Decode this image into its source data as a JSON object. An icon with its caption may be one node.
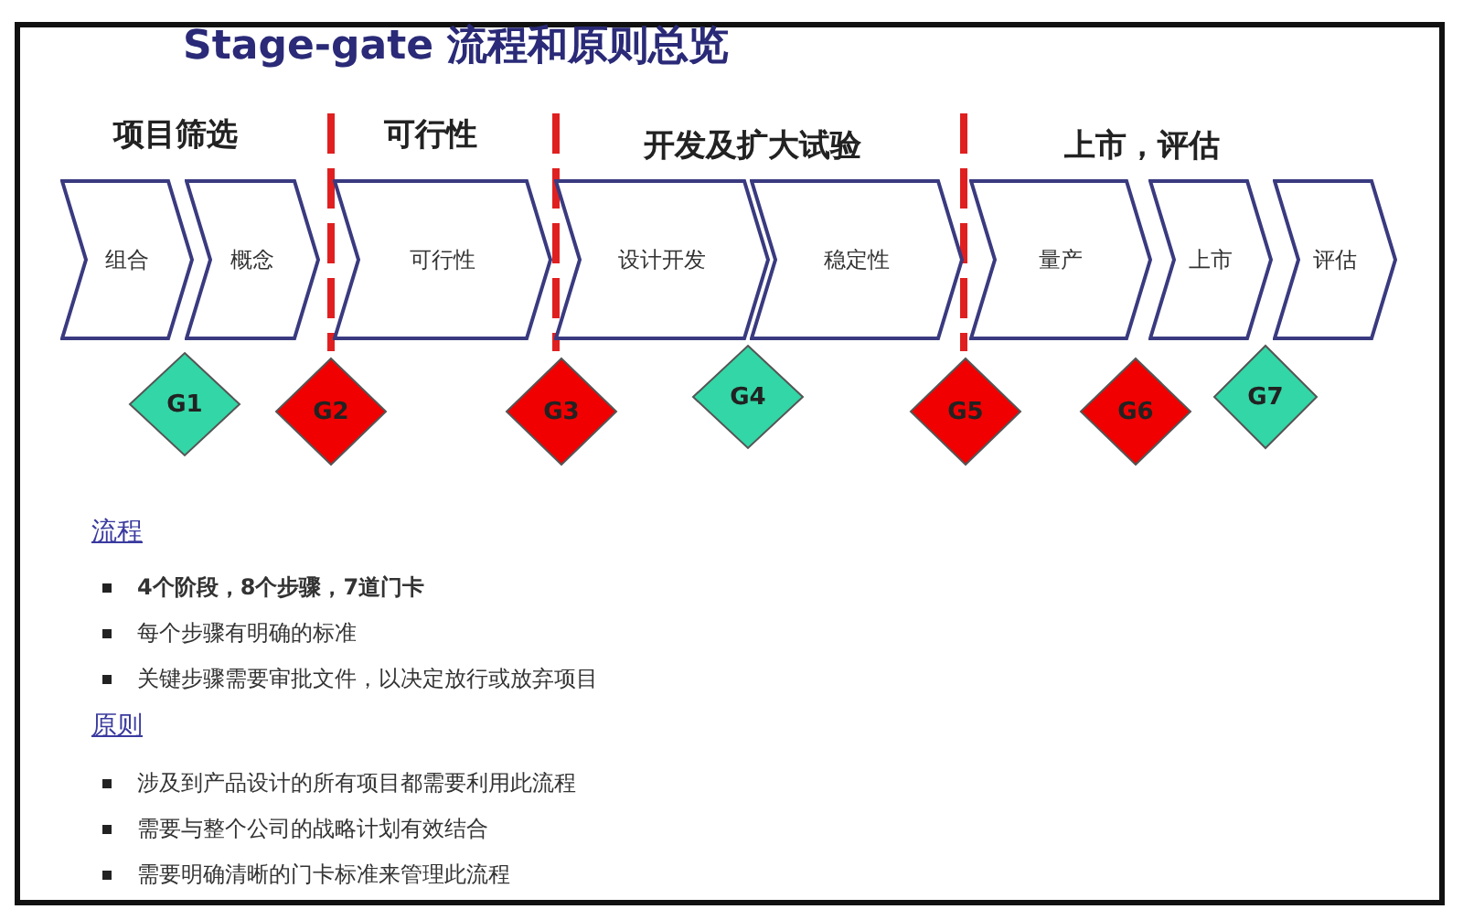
{
  "diagram": {
    "title": "Stage-gate 流程和原则总览",
    "nodes": [
      {
        "text": [
          "组合"
        ]
      },
      {
        "text": [
          "概念"
        ]
      },
      {
        "text": [
          "可行性"
        ]
      },
      {
        "text": [
          "设计开发"
        ]
      },
      {
        "text": [
          "稳定性"
        ]
      },
      {
        "text": [
          "量产"
        ]
      },
      {
        "text": [
          "上市"
        ]
      },
      {
        "text": [
          "评估"
        ]
      },
      {
        "text": [
          "G1"
        ]
      },
      {
        "text": [
          "G2"
        ]
      },
      {
        "text": [
          "G3"
        ]
      },
      {
        "text": [
          "G4"
        ]
      },
      {
        "text": [
          "G5"
        ]
      },
      {
        "text": [
          "G6"
        ]
      },
      {
        "text": [
          "G7"
        ]
      }
    ],
    "edges": [],
    "labels": [
      "项目筛选",
      "可行性",
      "开发及扩大试验",
      "上市，评估",
      "流程",
      "4个阶段，8个步骤，7道门卡",
      "每个步骤有明确的标准",
      "关键步骤需要审批文件，以决定放行或放弃项目",
      "原则",
      "涉及到产品设计的所有项目都需要利用此流程",
      "需要与整个公司的战略计划有效结合",
      "需要明确清晰的门卡标准来管理此流程"
    ]
  }
}
